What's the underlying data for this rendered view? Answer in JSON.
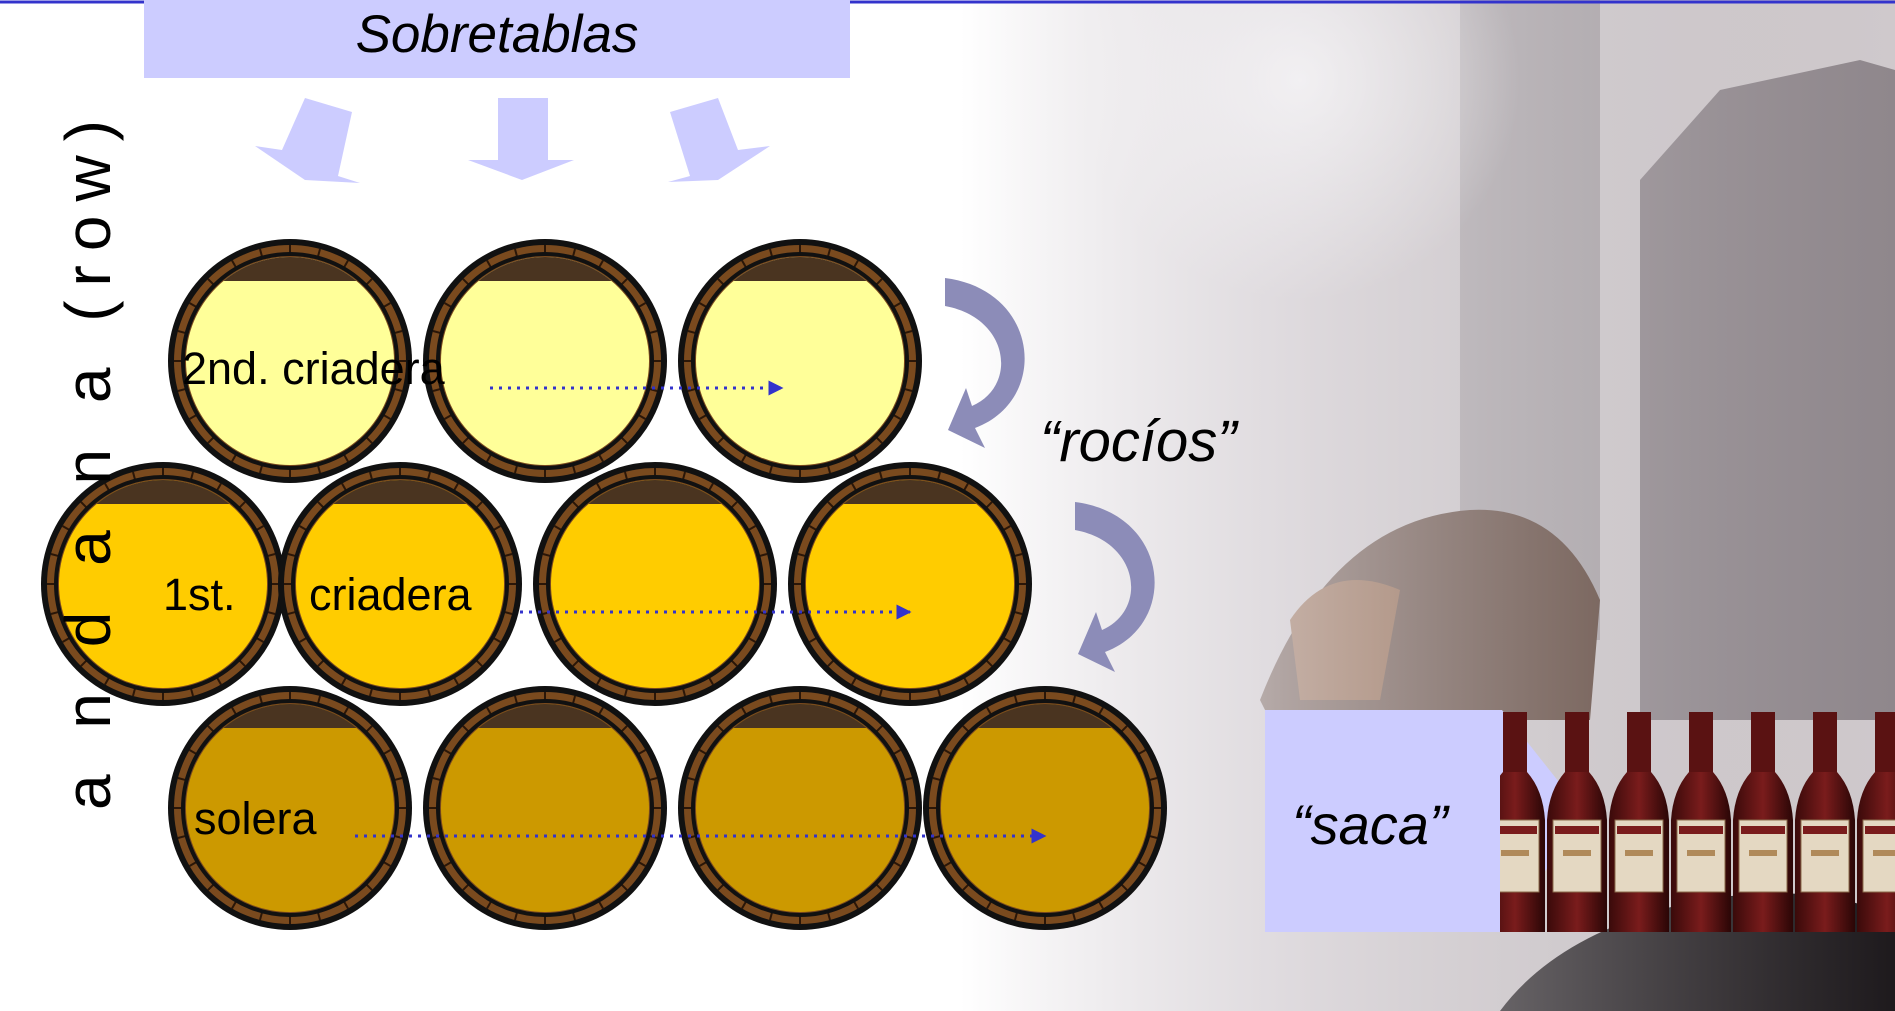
{
  "diagram": {
    "top_banner": "Sobretablas",
    "side_label": "a n d a n a (row)",
    "rows": [
      {
        "label": "2nd. criadera",
        "barrels": 3,
        "wine_color": "#ffff99"
      },
      {
        "label_part1": "1st.",
        "label_part2": "criadera",
        "barrels": 4,
        "wine_color": "#ffcc00"
      },
      {
        "label": "solera",
        "barrels": 4,
        "wine_color": "#cc9900"
      }
    ],
    "transfer_label": "“rocíos”",
    "output_label": "“saca”",
    "colors": {
      "banner": "#ccccff",
      "arrow_down": "#ccccff",
      "rocio_arrow": "#8c8cb8",
      "flow_arrow": "#3333cc",
      "barrel_wood": "#7a4a1e",
      "top_rule": "#3333cc"
    }
  }
}
